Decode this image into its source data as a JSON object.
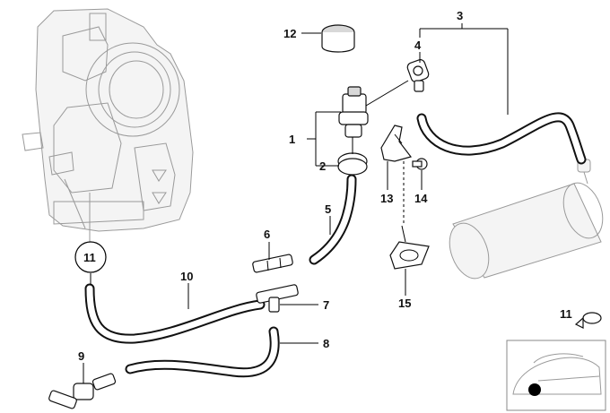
{
  "callouts": {
    "p1": "1",
    "p2": "2",
    "p3": "3",
    "p4": "4",
    "p5": "5",
    "p6": "6",
    "p7": "7",
    "p8": "8",
    "p9": "9",
    "p10": "10",
    "p11_circle": "11",
    "p11_inset": "11",
    "p12": "12",
    "p13": "13",
    "p14": "14",
    "p15": "15"
  }
}
